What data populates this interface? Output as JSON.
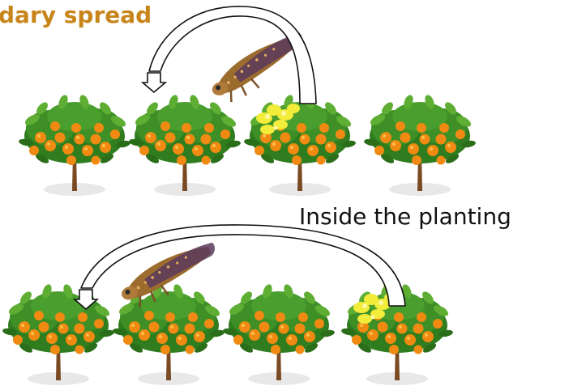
{
  "title": "dary spread",
  "caption": "Inside the planting",
  "colors": {
    "title": "#c8861a",
    "caption": "#111111",
    "leaf": "#2f7d1e",
    "leaf_light": "#5fae34",
    "fruit": "#f08a12",
    "fruit_highlight": "#ffc04a",
    "trunk": "#7a4a22",
    "infected_leaf": "#f2ec3a",
    "insect": "#9c6b2e",
    "wing": "#5a3a5a"
  },
  "rows": [
    {
      "name": "secondary-spread-row",
      "trees": [
        {
          "infected": false
        },
        {
          "infected": false
        },
        {
          "infected": true
        },
        {
          "infected": false
        }
      ],
      "arrow": {
        "from_tree": 3,
        "to_tree": 2
      }
    },
    {
      "name": "inside-planting-row",
      "trees": [
        {
          "infected": false
        },
        {
          "infected": false
        },
        {
          "infected": false
        },
        {
          "infected": true
        }
      ],
      "arrow": {
        "from_tree": 4,
        "to_tree": 1
      }
    }
  ]
}
